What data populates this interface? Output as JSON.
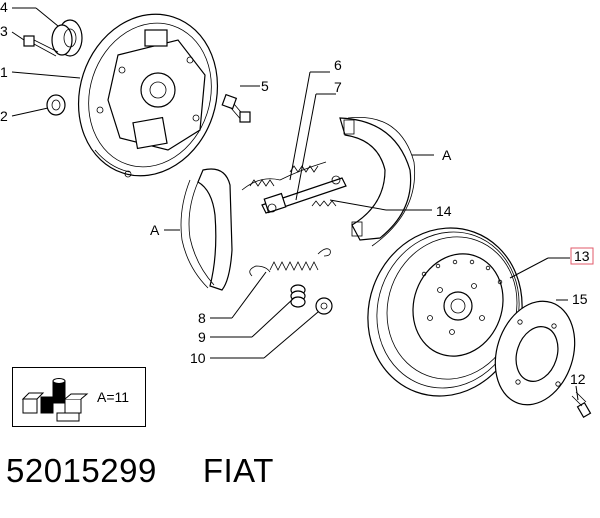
{
  "callouts": {
    "c1": "1",
    "c2": "2",
    "c3": "3",
    "c4": "4",
    "c5": "5",
    "c6": "6",
    "c7": "7",
    "c8": "8",
    "c9": "9",
    "c10": "10",
    "c12": "12",
    "c13": "13",
    "c14": "14",
    "c15": "15",
    "shoe_left": "A",
    "shoe_right": "A"
  },
  "kit_note": "A=11",
  "footer": {
    "part_number": "52015299",
    "make": "FIAT"
  },
  "colors": {
    "line": "#000000",
    "highlight_box": "#e05a6a",
    "background": "#ffffff"
  }
}
